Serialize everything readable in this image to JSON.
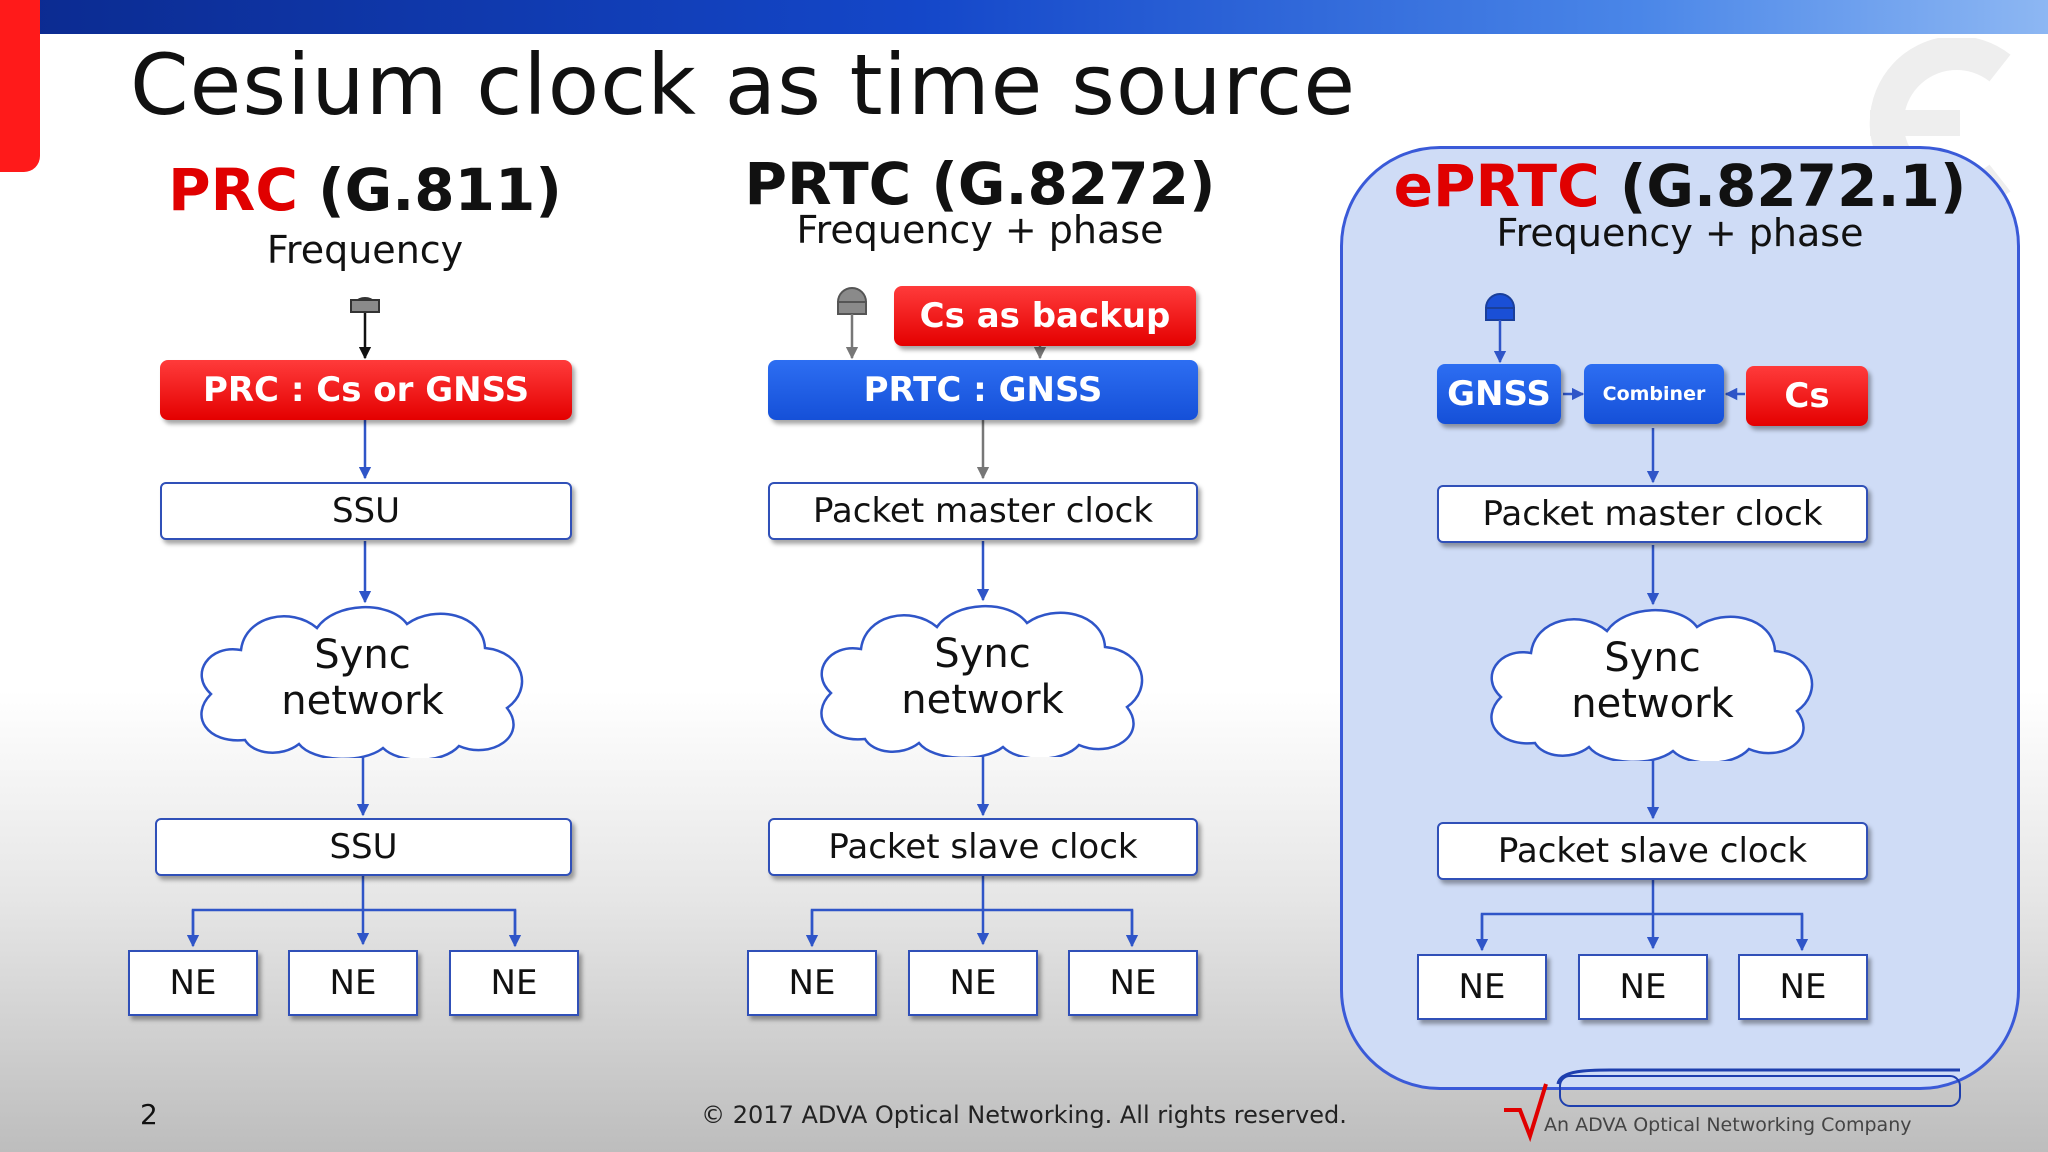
{
  "slide": {
    "title": "Cesium clock as time source",
    "number": "2",
    "copyright": "© 2017 ADVA Optical Networking. All rights reserved.",
    "footer_logo_tagline": "An ADVA Optical Networking Company"
  },
  "columns": [
    {
      "heading_accent": "PRC",
      "heading_rest": " (G.811)",
      "subtitle": "Frequency",
      "source": "PRC : Cs or GNSS",
      "master": "SSU",
      "cloud": "Sync\nnetwork",
      "slave": "SSU",
      "ne": [
        "NE",
        "NE",
        "NE"
      ]
    },
    {
      "heading_accent": "",
      "heading_rest": "PRTC (G.8272)",
      "subtitle": "Frequency + phase",
      "backup": "Cs as backup",
      "source": "PRTC : GNSS",
      "master": "Packet master clock",
      "cloud": "Sync\nnetwork",
      "slave": "Packet slave clock",
      "ne": [
        "NE",
        "NE",
        "NE"
      ]
    },
    {
      "heading_accent": "ePRTC",
      "heading_rest": " (G.8272.1)",
      "subtitle": "Frequency + phase",
      "gnss": "GNSS",
      "combiner": "Combiner",
      "cs": "Cs",
      "master": "Packet master clock",
      "cloud": "Sync\nnetwork",
      "slave": "Packet slave clock",
      "ne": [
        "NE",
        "NE",
        "NE"
      ]
    }
  ],
  "colors": {
    "accent_red": "#e00000",
    "accent_blue": "#1550d8",
    "panel_fill": "#cfdcf6",
    "connector": "#2f55c8"
  },
  "icons": {
    "antenna_grey": "antenna-icon",
    "antenna_blue": "antenna-icon"
  }
}
